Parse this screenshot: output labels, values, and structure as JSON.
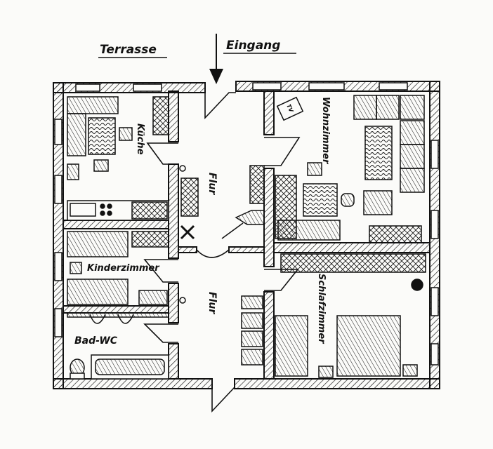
{
  "labels": {
    "terrasse": "Terrasse",
    "eingang": "Eingang",
    "kueche": "Küche",
    "wohnzimmer": "Wohnzimmer",
    "flur_top": "Flur",
    "flur_bottom": "Flur",
    "kinderzimmer": "Kinderzimmer",
    "schlafzimmer": "Schlafzimmer",
    "bad_wc": "Bad-WC",
    "tv": "TV"
  },
  "colors": {
    "ink": "#111111",
    "paper": "#fbfbf9"
  }
}
